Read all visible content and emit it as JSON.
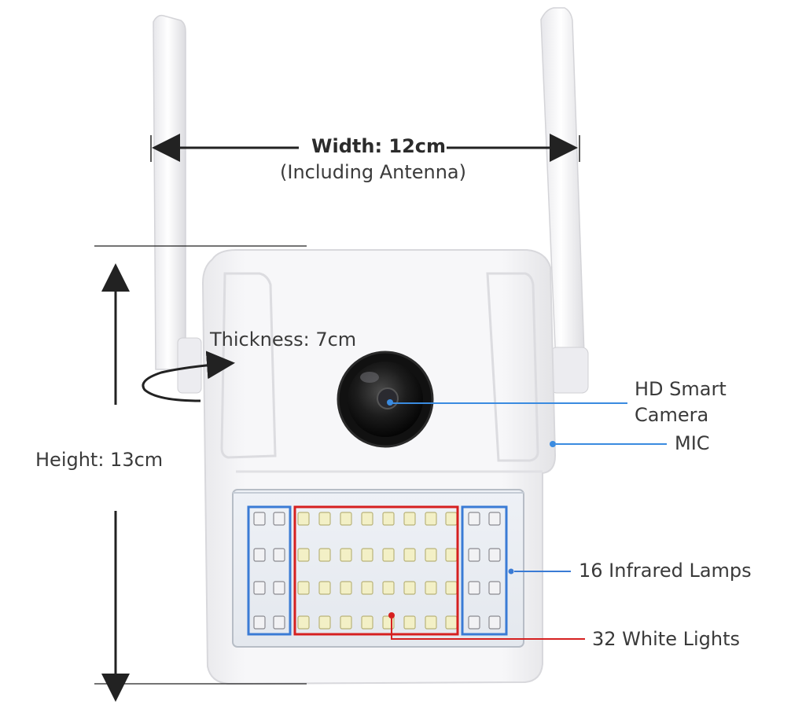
{
  "dimensions": {
    "width": "Width: 12cm",
    "width_note": "(Including Antenna)",
    "thickness": "Thickness: 7cm",
    "height": "Height: 13cm"
  },
  "callouts": {
    "camera_line1": "HD Smart",
    "camera_line2": "Camera",
    "mic": "MIC",
    "infrared": "16 Infrared Lamps",
    "white_lights": "32 White Lights"
  },
  "colors": {
    "infrared_box": "#3a7bd5",
    "white_light_box": "#d62020",
    "camera_line": "#3a8be0",
    "arrow": "#222222"
  },
  "counts": {
    "infrared_lamps": 16,
    "white_lights": 32
  }
}
